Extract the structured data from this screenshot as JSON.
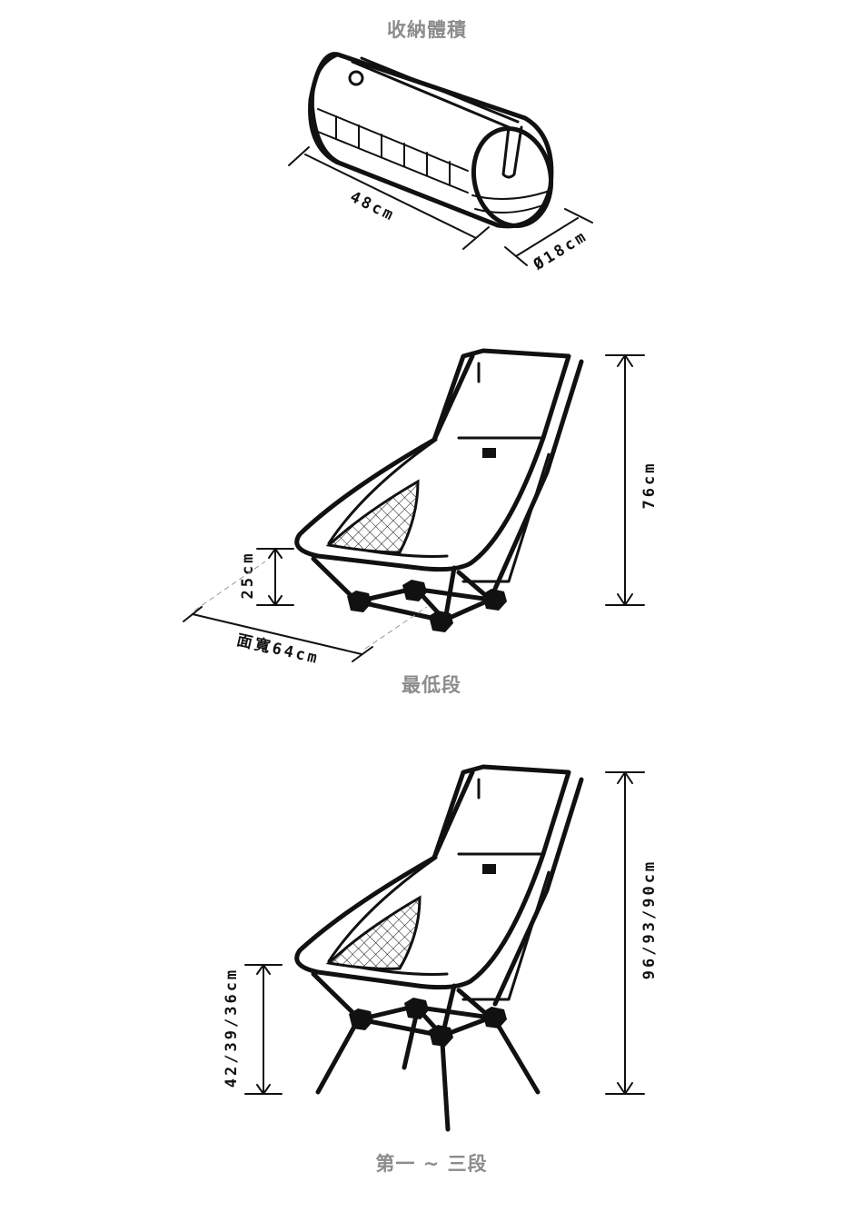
{
  "sections": {
    "packed": {
      "caption": "收納體積",
      "length_label": "48cm",
      "diameter_label": "Ø18cm"
    },
    "lowest": {
      "caption": "最低段",
      "seat_height_label": "25cm",
      "width_label": "面寬64cm",
      "total_height_label": "76cm"
    },
    "high": {
      "caption": "第一 ~ 三段",
      "seat_height_label": "42/39/36cm",
      "total_height_label": "96/93/90cm"
    }
  },
  "colors": {
    "line": "#111111",
    "caption": "#8c8c8c",
    "background": "#ffffff"
  }
}
